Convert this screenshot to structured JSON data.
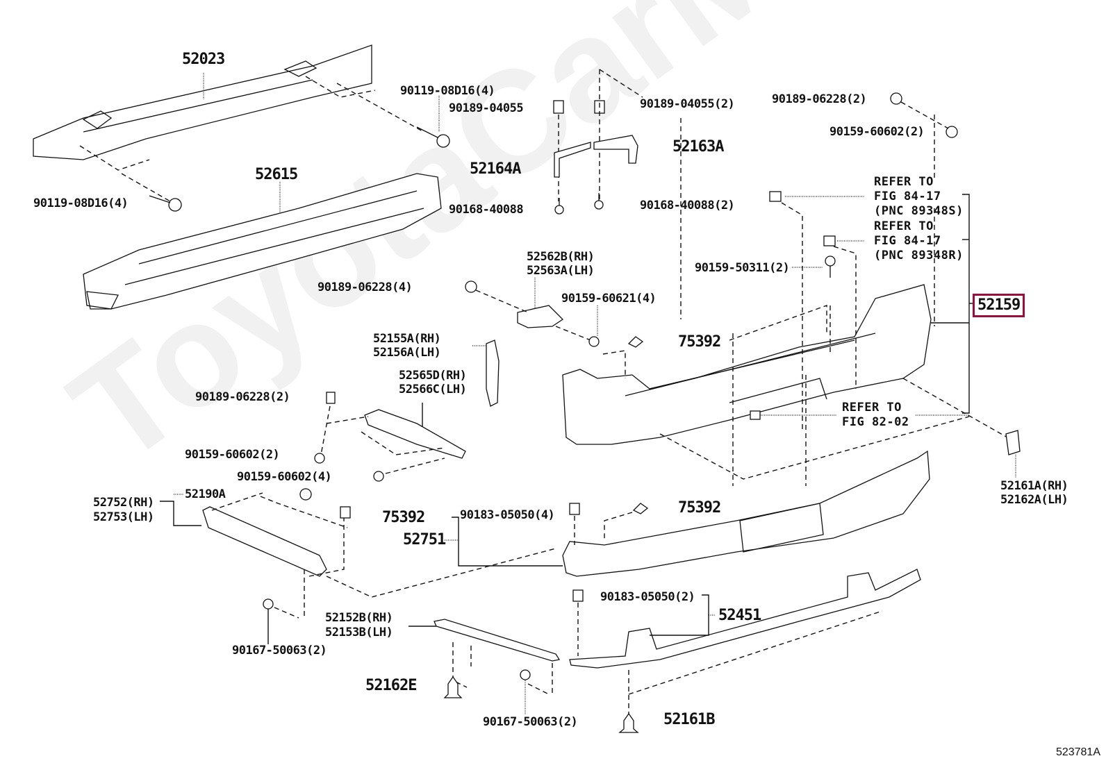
{
  "diagram": {
    "type": "exploded parts diagram",
    "subject": "Rear bumper assembly",
    "figure_id": "523781A",
    "watermark": "ToyotaCarMine.ru",
    "highlight_color": "#9b0d3a",
    "highlighted_part": "52159"
  },
  "labels": {
    "p52023": "52023",
    "p52615": "52615",
    "p90119_left": "90119-08D16(4)",
    "p90119_top": "90119-08D16(4)",
    "p90189_04055": "90189-04055",
    "p90189_04055_2": "90189-04055(2)",
    "p52164A": "52164A",
    "p52163A": "52163A",
    "p90168_40088": "90168-40088",
    "p90168_40088_2": "90168-40088(2)",
    "p90189_06228_2_top": "90189-06228(2)",
    "p90159_60602_2_top": "90159-60602(2)",
    "ref1_line1": "REFER TO",
    "ref1_line2": "FIG 84-17",
    "ref1_line3": "(PNC 89348S)",
    "ref2_line1": "REFER TO",
    "ref2_line2": "FIG 84-17",
    "ref2_line3": "(PNC 89348R)",
    "p90159_50311": "90159-50311(2)",
    "p52159": "52159",
    "p52562B": "52562B(RH)",
    "p52563A": "52563A(LH)",
    "p90189_06228_4": "90189-06228(4)",
    "p90159_60621": "90159-60621(4)",
    "p75392_a": "75392",
    "p52155A": "52155A(RH)",
    "p52156A": "52156A(LH)",
    "p52565D": "52565D(RH)",
    "p52566C": "52566C(LH)",
    "ref3_line1": "REFER TO",
    "ref3_line2": "FIG 82-02",
    "p52161A": "52161A(RH)",
    "p52162A": "52162A(LH)",
    "p90189_06228_2_left": "90189-06228(2)",
    "p90159_60602_2_left": "90159-60602(2)",
    "p90159_60602_4": "90159-60602(4)",
    "p52752": "52752(RH)",
    "p52753": "52753(LH)",
    "p52190A": "52190A",
    "p75392_b": "75392",
    "p90183_05050_4": "90183-05050(4)",
    "p75392_c": "75392",
    "p52751": "52751",
    "p90183_05050_2": "90183-05050(2)",
    "p52451": "52451",
    "p52152B": "52152B(RH)",
    "p52153B": "52153B(LH)",
    "p90167_50063_left": "90167-50063(2)",
    "p52162E": "52162E",
    "p90167_50063_bottom": "90167-50063(2)",
    "p52161B": "52161B"
  }
}
